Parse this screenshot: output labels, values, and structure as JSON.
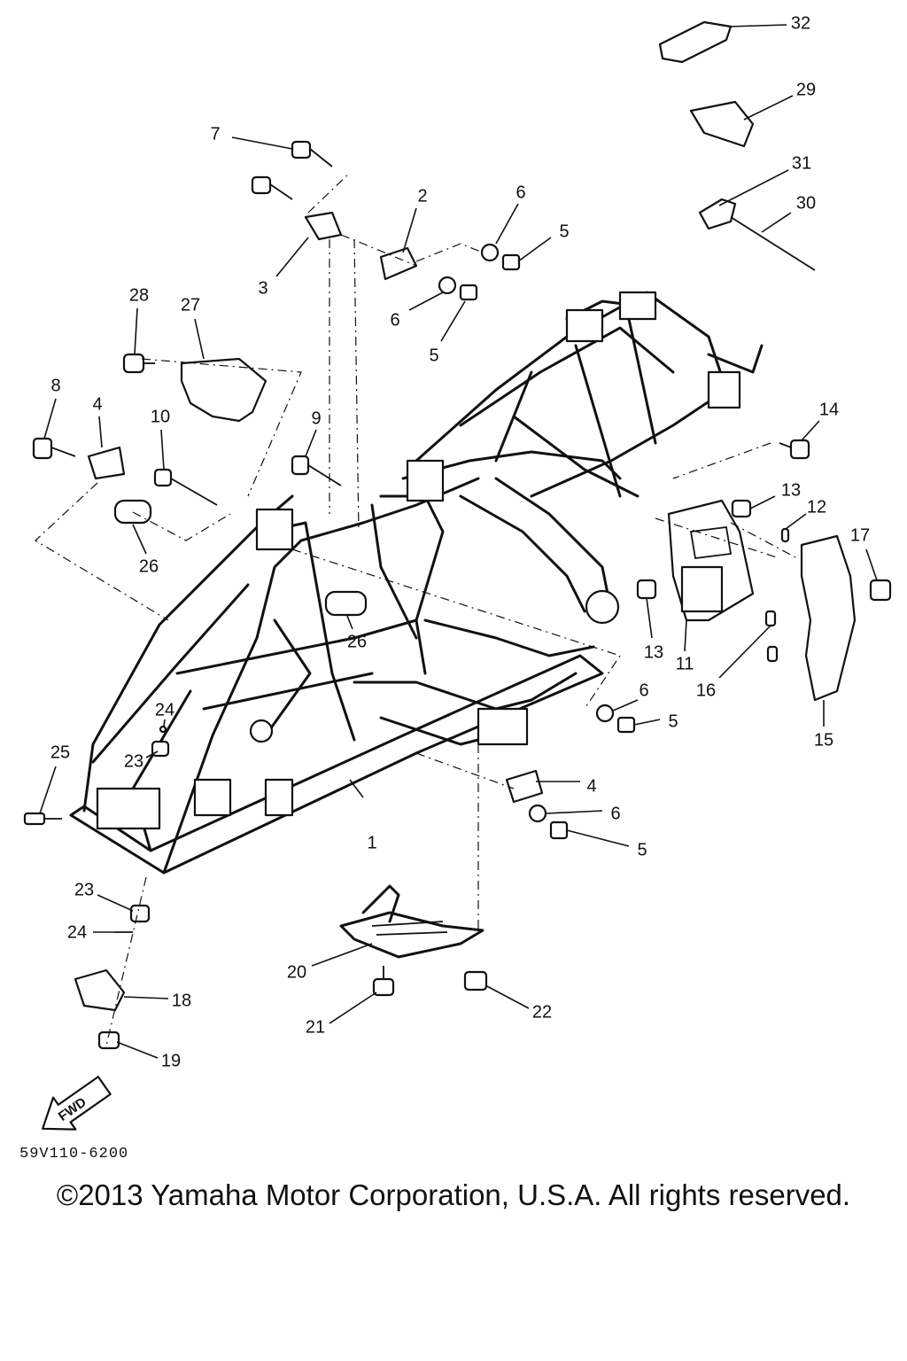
{
  "diagram": {
    "callouts": [
      "1",
      "2",
      "3",
      "4",
      "4",
      "5",
      "5",
      "5",
      "5",
      "6",
      "6",
      "6",
      "6",
      "7",
      "8",
      "9",
      "10",
      "11",
      "12",
      "13",
      "13",
      "14",
      "15",
      "16",
      "17",
      "18",
      "19",
      "20",
      "21",
      "22",
      "23",
      "23",
      "24",
      "24",
      "25",
      "26",
      "26",
      "27",
      "28",
      "29",
      "30",
      "31",
      "32"
    ],
    "fwd_label": "FWD",
    "ref_code": "59V110-6200"
  },
  "footer": {
    "copyright": "©2013 Yamaha Motor Corporation, U.S.A. All rights reserved."
  }
}
